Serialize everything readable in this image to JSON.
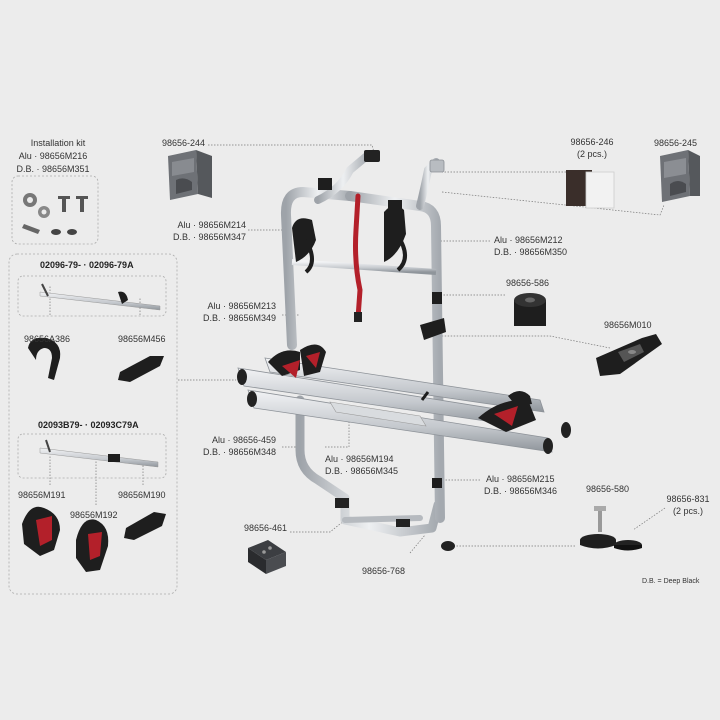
{
  "installation_kit": {
    "title": "Installation kit",
    "alu": "Alu · 98656M216",
    "db": "D.B. · 98656M351"
  },
  "set_a": {
    "title": "02096-79- · 02096-79A",
    "part_left": "98656A386",
    "part_right": "98656M456"
  },
  "set_b": {
    "title": "02093B79- · 02093C79A",
    "part_left": "98656M191",
    "part_mid": "98656M192",
    "part_right": "98656M190"
  },
  "parts": {
    "p244": "98656-244",
    "p246": "98656-246",
    "p246_qty": "(2 pcs.)",
    "p245": "98656-245",
    "m214_alu": "Alu · 98656M214",
    "m214_db": "D.B. · 98656M347",
    "m212_alu": "Alu · 98656M212",
    "m212_db": "D.B. · 98656M350",
    "p586": "98656-586",
    "m213_alu": "Alu · 98656M213",
    "m213_db": "D.B. · 98656M349",
    "m010": "98656M010",
    "p459_alu": "Alu · 98656-459",
    "p459_db": "D.B. · 98656M348",
    "m194_alu": "Alu · 98656M194",
    "m194_db": "D.B. · 98656M345",
    "m215_alu": "Alu · 98656M215",
    "m215_db": "D.B. · 98656M346",
    "p580": "98656-580",
    "p831": "98656-831",
    "p831_qty": "(2 pcs.)",
    "p461": "98656-461",
    "p768": "98656-768"
  },
  "legend_note": "D.B. = Deep Black",
  "colors": {
    "background": "#ececec",
    "aluminium": "#c8cbcf",
    "black_part": "#1e1e1e",
    "red_accent": "#b3202a",
    "leader_line": "#777777"
  }
}
